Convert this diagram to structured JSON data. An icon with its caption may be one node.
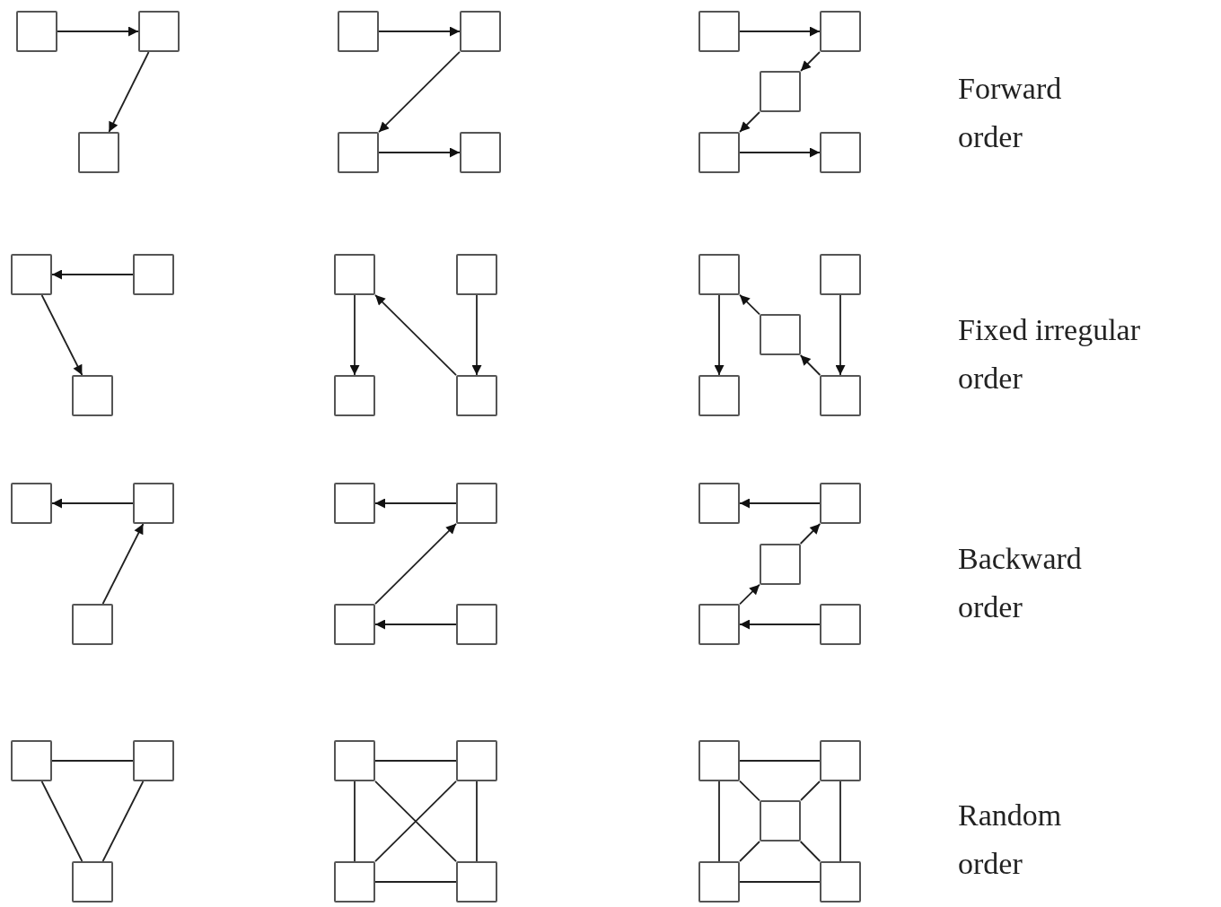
{
  "diagram": {
    "nodes": [
      {
        "text": [],
        "shape": "box"
      },
      {
        "text": [],
        "shape": "box"
      },
      {
        "text": [],
        "shape": "box"
      },
      {
        "text": [],
        "shape": "box"
      },
      {
        "text": [],
        "shape": "box"
      },
      {
        "text": [],
        "shape": "box"
      },
      {
        "text": [],
        "shape": "box"
      },
      {
        "text": [],
        "shape": "box"
      },
      {
        "text": [],
        "shape": "box"
      },
      {
        "text": [],
        "shape": "box"
      },
      {
        "text": [],
        "shape": "box"
      },
      {
        "text": [],
        "shape": "box"
      },
      {
        "text": [],
        "shape": "box"
      },
      {
        "text": [],
        "shape": "box"
      },
      {
        "text": [],
        "shape": "box"
      },
      {
        "text": [],
        "shape": "box"
      },
      {
        "text": [],
        "shape": "box"
      },
      {
        "text": [],
        "shape": "box"
      },
      {
        "text": [],
        "shape": "box"
      },
      {
        "text": [],
        "shape": "box"
      },
      {
        "text": [],
        "shape": "box"
      },
      {
        "text": [],
        "shape": "box"
      },
      {
        "text": [],
        "shape": "box"
      },
      {
        "text": [],
        "shape": "box"
      },
      {
        "text": [],
        "shape": "box"
      },
      {
        "text": [],
        "shape": "box"
      },
      {
        "text": [],
        "shape": "box"
      },
      {
        "text": [],
        "shape": "box"
      },
      {
        "text": [],
        "shape": "box"
      },
      {
        "text": [],
        "shape": "box"
      },
      {
        "text": [],
        "shape": "box"
      },
      {
        "text": [],
        "shape": "box"
      },
      {
        "text": [],
        "shape": "box"
      },
      {
        "text": [],
        "shape": "box"
      },
      {
        "text": [],
        "shape": "box"
      },
      {
        "text": [],
        "shape": "box"
      },
      {
        "text": [],
        "shape": "box"
      },
      {
        "text": [],
        "shape": "box"
      },
      {
        "text": [],
        "shape": "box"
      },
      {
        "text": [],
        "shape": "box"
      },
      {
        "text": [],
        "shape": "box"
      },
      {
        "text": [],
        "shape": "box"
      },
      {
        "text": [],
        "shape": "box"
      },
      {
        "text": [],
        "shape": "box"
      },
      {
        "text": [],
        "shape": "box"
      },
      {
        "text": [],
        "shape": "box"
      },
      {
        "text": [],
        "shape": "box"
      },
      {
        "text": [],
        "shape": "box"
      }
    ],
    "edges": [
      {
        "from": 0,
        "to": 1,
        "arrow": "to"
      },
      {
        "from": 1,
        "to": 2,
        "arrow": "to"
      },
      {
        "from": 3,
        "to": 4,
        "arrow": "to"
      },
      {
        "from": 4,
        "to": 5,
        "arrow": "to"
      },
      {
        "from": 5,
        "to": 6,
        "arrow": "to"
      },
      {
        "from": 7,
        "to": 8,
        "arrow": "to"
      },
      {
        "from": 8,
        "to": 9,
        "arrow": "to"
      },
      {
        "from": 9,
        "to": 10,
        "arrow": "to"
      },
      {
        "from": 10,
        "to": 11,
        "arrow": "to"
      },
      {
        "from": 13,
        "to": 12,
        "arrow": "to"
      },
      {
        "from": 12,
        "to": 14,
        "arrow": "to"
      },
      {
        "from": 15,
        "to": 17,
        "arrow": "to"
      },
      {
        "from": 18,
        "to": 15,
        "arrow": "to"
      },
      {
        "from": 16,
        "to": 18,
        "arrow": "to"
      },
      {
        "from": 19,
        "to": 22,
        "arrow": "to"
      },
      {
        "from": 23,
        "to": 21,
        "arrow": "to"
      },
      {
        "from": 21,
        "to": 19,
        "arrow": "to"
      },
      {
        "from": 20,
        "to": 23,
        "arrow": "to"
      },
      {
        "from": 25,
        "to": 24,
        "arrow": "to"
      },
      {
        "from": 26,
        "to": 25,
        "arrow": "to"
      },
      {
        "from": 28,
        "to": 27,
        "arrow": "to"
      },
      {
        "from": 29,
        "to": 28,
        "arrow": "to"
      },
      {
        "from": 30,
        "to": 29,
        "arrow": "to"
      },
      {
        "from": 32,
        "to": 31,
        "arrow": "to"
      },
      {
        "from": 33,
        "to": 32,
        "arrow": "to"
      },
      {
        "from": 34,
        "to": 33,
        "arrow": "to"
      },
      {
        "from": 35,
        "to": 34,
        "arrow": "to"
      },
      {
        "from": 36,
        "to": 37,
        "arrow": "none"
      },
      {
        "from": 36,
        "to": 38,
        "arrow": "none"
      },
      {
        "from": 37,
        "to": 38,
        "arrow": "none"
      },
      {
        "from": 39,
        "to": 40,
        "arrow": "none"
      },
      {
        "from": 39,
        "to": 41,
        "arrow": "none"
      },
      {
        "from": 40,
        "to": 42,
        "arrow": "none"
      },
      {
        "from": 41,
        "to": 42,
        "arrow": "none"
      },
      {
        "from": 39,
        "to": 42,
        "arrow": "none"
      },
      {
        "from": 40,
        "to": 41,
        "arrow": "none"
      },
      {
        "from": 43,
        "to": 44,
        "arrow": "none"
      },
      {
        "from": 43,
        "to": 46,
        "arrow": "none"
      },
      {
        "from": 44,
        "to": 47,
        "arrow": "none"
      },
      {
        "from": 46,
        "to": 47,
        "arrow": "none"
      },
      {
        "from": 43,
        "to": 45,
        "arrow": "none"
      },
      {
        "from": 44,
        "to": 45,
        "arrow": "none"
      },
      {
        "from": 46,
        "to": 45,
        "arrow": "none"
      },
      {
        "from": 47,
        "to": 45,
        "arrow": "none"
      }
    ],
    "labels": [
      "Forward order",
      "Fixed irregular order",
      "Backward order",
      "Random order"
    ]
  }
}
